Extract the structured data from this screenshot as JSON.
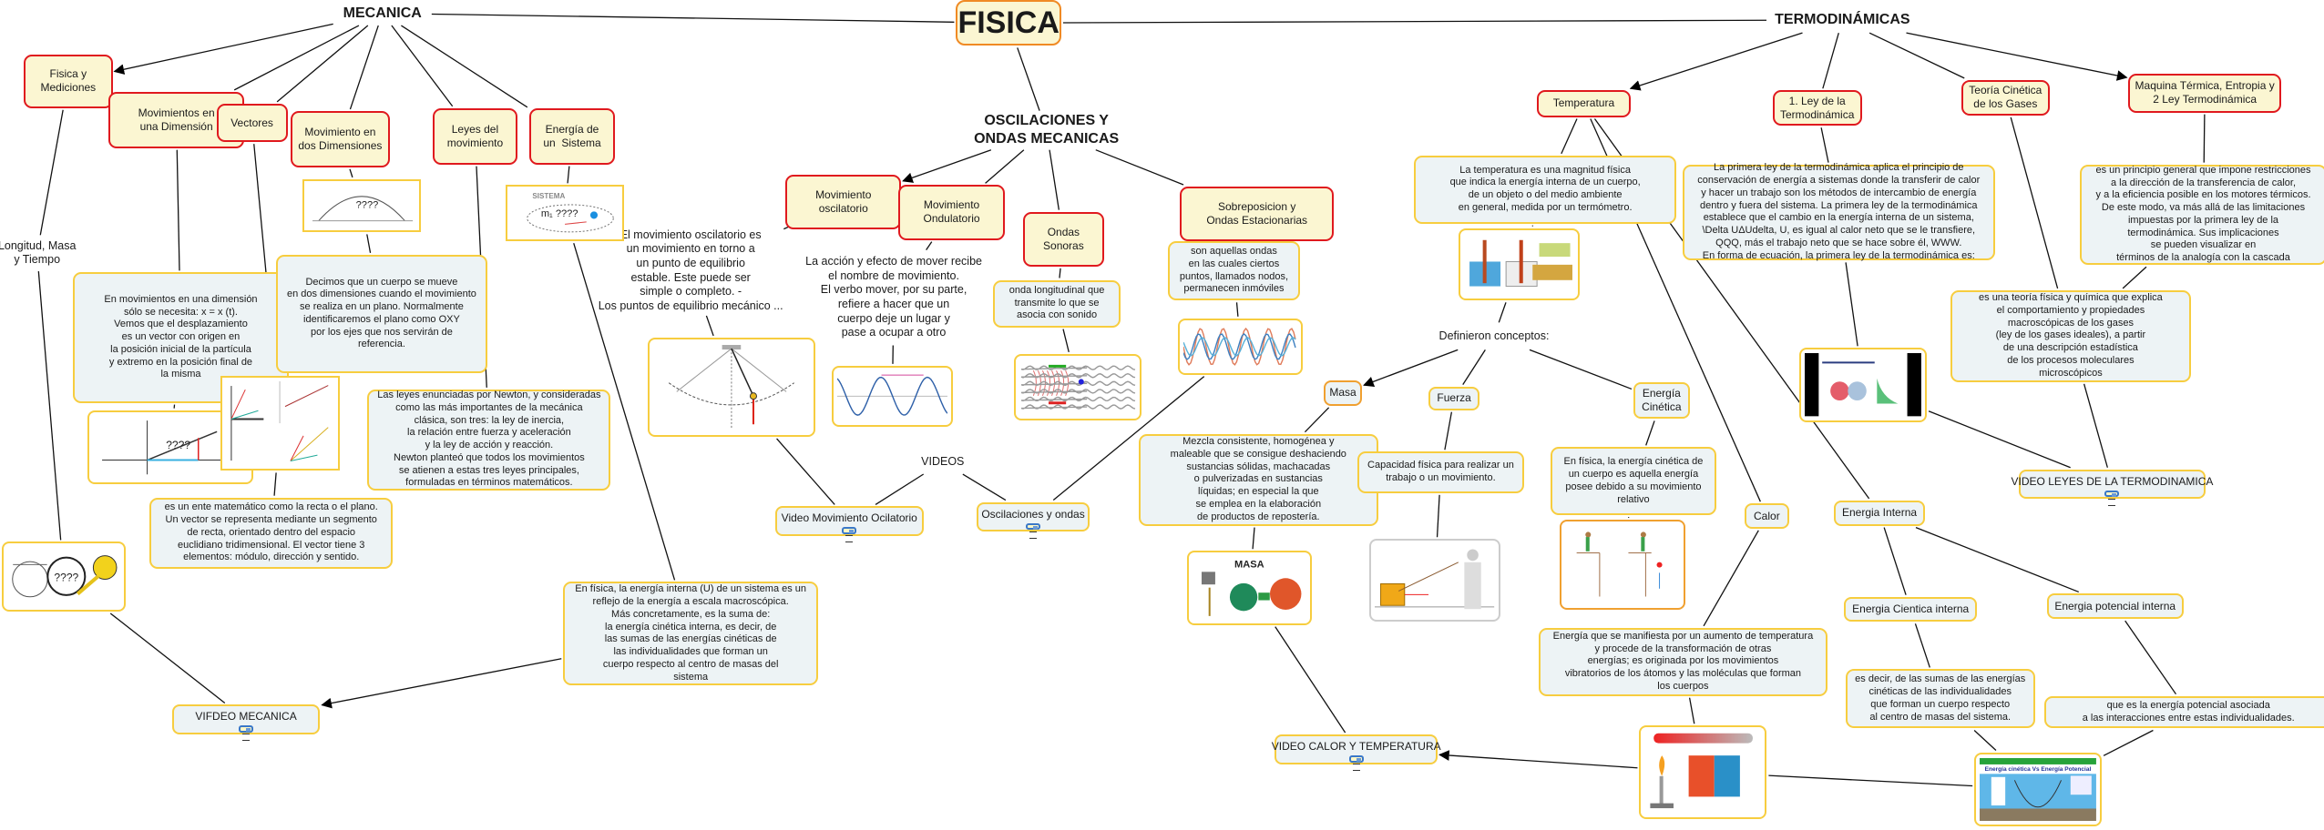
{
  "accent_colors": {
    "concept_border": "#e0191e",
    "text_border": "#f7cd3f",
    "root_border": "#f08a24",
    "concept_fill": "#fbf6d2",
    "text_fill": "#edf3f5"
  },
  "nodes": [
    {
      "id": "fisica",
      "kind": "root",
      "text": "FISICA"
    },
    {
      "id": "mecanica",
      "kind": "title",
      "text": "MECANICA"
    },
    {
      "id": "termo",
      "kind": "title",
      "text": "TERMODINÁMICAS"
    },
    {
      "id": "oscil",
      "kind": "title",
      "text": "OSCILACIONES Y\nONDAS MECANICAS"
    },
    {
      "id": "fisMed",
      "kind": "concept",
      "text": "Fisica y\nMediciones"
    },
    {
      "id": "mov1d",
      "kind": "concept",
      "text": "Movimientos en\nuna Dimensión"
    },
    {
      "id": "vectores",
      "kind": "concept",
      "text": "Vectores"
    },
    {
      "id": "mov2d",
      "kind": "concept",
      "text": "Movimiento en\ndos Dimensiones"
    },
    {
      "id": "leyes",
      "kind": "concept",
      "text": "Leyes del\nmovimiento"
    },
    {
      "id": "energiaSis",
      "kind": "concept",
      "text": "Energía de\nun  Sistema"
    },
    {
      "id": "longitud",
      "kind": "plainsm",
      "text": "Longitud, Masa\ny Tiempo"
    },
    {
      "id": "t1d",
      "kind": "txt",
      "text": "En movimientos en una dimensión\nsólo se necesita: x = x (t).\nVemos que el desplazamiento\nes un vector con origen en\nla posición inicial de la partícula\ny extremo en la posición final de\nla misma"
    },
    {
      "id": "t2d",
      "kind": "txt",
      "text": "Decimos que un cuerpo se mueve\nen dos dimensiones cuando el movimiento\nse realiza en un plano. Normalmente\nidentificaremos el plano como OXY\npor los ejes que nos servirán de\nreferencia."
    },
    {
      "id": "tVect",
      "kind": "txt",
      "text": "es un ente matemático como la recta o el plano.\nUn vector se representa mediante un segmento\nde recta, orientado dentro del espacio\neuclidiano tridimensional. El vector tiene 3\nelementos: módulo, dirección y sentido."
    },
    {
      "id": "tLeyes",
      "kind": "txt",
      "text": "Las leyes enunciadas por Newton, y consideradas\ncomo las más importantes de la mecánica\nclásica, son tres: la ley de inercia,\nla relación entre fuerza y aceleración\ny la ley de acción y reacción.\nNewton planteó que todos los movimientos\nse atienen a estas tres leyes principales,\nformuladas en términos matemáticos."
    },
    {
      "id": "tEnerInt",
      "kind": "txt",
      "text": "En física, la energía interna (U) de un sistema es un\nreflejo de la energía a escala macroscópica.\nMás concretamente, es la suma de:\nla energía cinética interna, es decir, de\nlas sumas de las energías cinéticas de\nlas individualidades que forman un\ncuerpo respecto al centro de masas del\nsistema"
    },
    {
      "id": "vidMec",
      "kind": "video",
      "text": "VIFDEO MECANICA"
    },
    {
      "id": "movOsc",
      "kind": "concept",
      "text": "Movimiento\noscilatorio"
    },
    {
      "id": "movOnd",
      "kind": "concept",
      "text": "Movimiento\nOndulatorio"
    },
    {
      "id": "ondasSon",
      "kind": "concept",
      "text": "Ondas\nSonoras"
    },
    {
      "id": "sobre",
      "kind": "concept",
      "text": "Sobreposicion y\nOndas Estacionarias"
    },
    {
      "id": "tOsc",
      "kind": "plain",
      "text": "El movimiento oscilatorio es\nun movimiento en torno a\nun punto de equilibrio\nestable. Este puede ser\nsimple o completo. -\nLos puntos de equilibrio mecánico ..."
    },
    {
      "id": "tOnd",
      "kind": "plain",
      "text": "La acción y efecto de mover recibe\nel nombre de movimiento.\nEl verbo mover, por su parte,\nrefiere a hacer que un\ncuerpo deje un lugar y\npase a ocupar a otro"
    },
    {
      "id": "tSon",
      "kind": "txt",
      "text": "onda longitudinal que\ntransmite lo que se\nasocia con sonido"
    },
    {
      "id": "tSobre",
      "kind": "txt",
      "text": "son aquellas ondas\nen las cuales ciertos\npuntos, llamados nodos,\npermanecen inmóviles"
    },
    {
      "id": "videos",
      "kind": "plainsm",
      "text": "VIDEOS"
    },
    {
      "id": "vidOsc",
      "kind": "video",
      "text": "Video Movimiento Ocilatorio"
    },
    {
      "id": "vidOnd",
      "kind": "video",
      "text": "Oscilaciones y ondas"
    },
    {
      "id": "temperatura",
      "kind": "concept",
      "text": "Temperatura"
    },
    {
      "id": "ley1",
      "kind": "concept",
      "text": "1. Ley de la\nTermodinámica"
    },
    {
      "id": "teoria",
      "kind": "concept",
      "text": "Teoría Cinética\nde los Gases"
    },
    {
      "id": "maquina",
      "kind": "concept",
      "text": "Maquina Térmica, Entropia y\n2 Ley Termodinámica"
    },
    {
      "id": "tTemp",
      "kind": "txt",
      "text": "La temperatura es una magnitud física\nque indica la energía interna de un cuerpo,\nde un objeto o del medio ambiente\nen general, medida por un termómetro."
    },
    {
      "id": "tLey1",
      "kind": "txt",
      "text": "La primera ley de la termodinámica aplica el principio de\nconservación de energía a sistemas donde la transferir de calor\ny hacer un trabajo son los métodos de intercambio de energía\ndentro y fuera del sistema. La primera ley de la termodinámica\nestablece que el cambio en la energía interna de un sistema,\n\\Delta UΔUdelta, U, es igual al calor neto que se le transfiere,\nQQQ, más el trabajo neto que se hace sobre él, WWW.\nEn forma de ecuación, la primera ley de la termodinámica es:"
    },
    {
      "id": "tMaq",
      "kind": "txt",
      "text": "es un principio general que impone restricciones\na la dirección de la transferencia de calor,\ny a la eficiencia posible en los motores térmicos.\nDe este modo, va más allá de las limitaciones\nimpuestas por la primera ley de la\ntermodinámica. Sus implicaciones\nse pueden visualizar en\ntérminos de la analogía con la cascada"
    },
    {
      "id": "tTeoria",
      "kind": "txt",
      "text": "es una teoría física y química que explica\nel comportamiento y propiedades\nmacroscópicas de los gases\n(ley de los gases ideales), a partir\nde una descripción estadística\nde los procesos moleculares\nmicroscópicos"
    },
    {
      "id": "definieron",
      "kind": "plain",
      "text": "Definieron conceptos:"
    },
    {
      "id": "masa",
      "kind": "small masa",
      "text": "Masa"
    },
    {
      "id": "fuerza",
      "kind": "small",
      "text": "Fuerza"
    },
    {
      "id": "enerCin",
      "kind": "small",
      "text": "Energía\nCinética"
    },
    {
      "id": "tMasa",
      "kind": "txt",
      "text": "Mezcla consistente, homogénea y\nmaleable que se consigue deshaciendo\nsustancias sólidas, machacadas\no pulverizadas en sustancias\nlíquidas; en especial la que\nse emplea en la elaboración\nde productos de repostería."
    },
    {
      "id": "tFuerza",
      "kind": "txt",
      "text": "Capacidad física para realizar un\ntrabajo o un movimiento."
    },
    {
      "id": "tCin",
      "kind": "txt",
      "text": "En física, la energía cinética de\nun cuerpo es aquella energía\nposee debido a su movimiento\nrelativo"
    },
    {
      "id": "calor",
      "kind": "small",
      "text": "Calor"
    },
    {
      "id": "tCalor",
      "kind": "txt",
      "text": "Energía que se manifiesta por un aumento de temperatura\ny procede de la transformación de otras\nenergías; es originada por los movimientos\nvibratorios de los átomos y las moléculas que forman\nlos cuerpos"
    },
    {
      "id": "vidCalor",
      "kind": "video",
      "text": "VIDEO CALOR Y TEMPERATURA"
    },
    {
      "id": "vidTermo",
      "kind": "video",
      "text": "VIDEO LEYES DE LA TERMODINAMICA"
    },
    {
      "id": "enerInt",
      "kind": "small",
      "text": "Energia Interna"
    },
    {
      "id": "eCinInt",
      "kind": "small",
      "text": "Energia Cientica interna"
    },
    {
      "id": "ePotInt",
      "kind": "small",
      "text": "Energia potencial interna"
    },
    {
      "id": "tEcInt",
      "kind": "txt",
      "text": "es decir, de las sumas de las energías\ncinéticas de las individualidades\nque forman un cuerpo respecto\nal centro de masas del sistema."
    },
    {
      "id": "tEpInt",
      "kind": "txt",
      "text": "que es la energía potencial asociada\na las interacciones entre estas individualidades."
    }
  ],
  "images": [
    {
      "id": "imgMed",
      "depicts": "balance-clock-tape-measure",
      "label": "????"
    },
    {
      "id": "img1d",
      "depicts": "1d-motion-graph",
      "label": "????"
    },
    {
      "id": "imgVect",
      "depicts": "vector-diagrams"
    },
    {
      "id": "img2d",
      "depicts": "projectile-trajectory",
      "label": "????"
    },
    {
      "id": "imgEner",
      "depicts": "system-forces",
      "label": "SISTEMA",
      "label2": "m₁ ????"
    },
    {
      "id": "imgPend",
      "depicts": "pendulum-forces"
    },
    {
      "id": "imgOnd",
      "depicts": "sine-wave"
    },
    {
      "id": "imgSon",
      "depicts": "sound-wave"
    },
    {
      "id": "imgSobre",
      "depicts": "wave-superposition"
    },
    {
      "id": "imgMasa",
      "depicts": "mass-weights",
      "label": "MASA"
    },
    {
      "id": "imgFuerza",
      "depicts": "person-pulling-suitcase"
    },
    {
      "id": "imgCin",
      "depicts": "potential-to-kinetic-energy"
    },
    {
      "id": "imgTemp",
      "depicts": "fahrenheit-thermometers"
    },
    {
      "id": "imgLey1",
      "depicts": "energy-conservation-slide"
    },
    {
      "id": "imgCalor",
      "depicts": "heat-transfer-burner"
    },
    {
      "id": "imgEpot",
      "depicts": "skate-park-simulation",
      "label": "Energía cinética Vs Energía Potencial"
    }
  ],
  "edges": [
    [
      "fisica",
      "mecanica"
    ],
    [
      "fisica",
      "termo"
    ],
    [
      "fisica",
      "oscil"
    ],
    [
      "mecanica",
      "fisMed",
      1
    ],
    [
      "mecanica",
      "mov1d"
    ],
    [
      "mecanica",
      "vectores"
    ],
    [
      "mecanica",
      "mov2d"
    ],
    [
      "mecanica",
      "leyes"
    ],
    [
      "mecanica",
      "energiaSis"
    ],
    [
      "fisMed",
      "longitud"
    ],
    [
      "longitud",
      "imgMed"
    ],
    [
      "imgMed",
      "vidMec"
    ],
    [
      "mov1d",
      "t1d"
    ],
    [
      "t1d",
      "img1d"
    ],
    [
      "vectores",
      "imgVect"
    ],
    [
      "imgVect",
      "tVect"
    ],
    [
      "mov2d",
      "img2d"
    ],
    [
      "img2d",
      "t2d"
    ],
    [
      "leyes",
      "tLeyes"
    ],
    [
      "energiaSis",
      "imgEner"
    ],
    [
      "imgEner",
      "tEnerInt"
    ],
    [
      "tEnerInt",
      "vidMec",
      1
    ],
    [
      "oscil",
      "movOsc",
      1
    ],
    [
      "oscil",
      "movOnd"
    ],
    [
      "oscil",
      "ondasSon"
    ],
    [
      "oscil",
      "sobre"
    ],
    [
      "movOsc",
      "tOsc"
    ],
    [
      "tOsc",
      "imgPend"
    ],
    [
      "imgPend",
      "vidOsc"
    ],
    [
      "movOnd",
      "tOnd"
    ],
    [
      "tOnd",
      "imgOnd"
    ],
    [
      "ondasSon",
      "tSon"
    ],
    [
      "tSon",
      "imgSon"
    ],
    [
      "sobre",
      "tSobre"
    ],
    [
      "tSobre",
      "imgSobre"
    ],
    [
      "imgSobre",
      "vidOnd"
    ],
    [
      "videos",
      "vidOsc"
    ],
    [
      "videos",
      "vidOnd"
    ],
    [
      "termo",
      "temperatura",
      1
    ],
    [
      "termo",
      "ley1"
    ],
    [
      "termo",
      "teoria"
    ],
    [
      "termo",
      "maquina",
      1
    ],
    [
      "temperatura",
      "tTemp"
    ],
    [
      "tTemp",
      "imgTemp"
    ],
    [
      "imgTemp",
      "definieron"
    ],
    [
      "definieron",
      "masa",
      1
    ],
    [
      "definieron",
      "fuerza"
    ],
    [
      "definieron",
      "enerCin"
    ],
    [
      "temperatura",
      "calor"
    ],
    [
      "temperatura",
      "enerInt"
    ],
    [
      "masa",
      "tMasa"
    ],
    [
      "tMasa",
      "imgMasa"
    ],
    [
      "imgMasa",
      "vidCalor"
    ],
    [
      "fuerza",
      "tFuerza"
    ],
    [
      "tFuerza",
      "imgFuerza"
    ],
    [
      "enerCin",
      "tCin"
    ],
    [
      "tCin",
      "imgCin"
    ],
    [
      "calor",
      "tCalor"
    ],
    [
      "tCalor",
      "imgCalor"
    ],
    [
      "imgCalor",
      "vidCalor",
      1
    ],
    [
      "imgCalor",
      "imgEpot"
    ],
    [
      "ley1",
      "tLey1"
    ],
    [
      "tLey1",
      "imgLey1"
    ],
    [
      "imgLey1",
      "vidTermo"
    ],
    [
      "teoria",
      "tTeoria"
    ],
    [
      "tTeoria",
      "vidTermo"
    ],
    [
      "maquina",
      "tMaq"
    ],
    [
      "tMaq",
      "tTeoria"
    ],
    [
      "enerInt",
      "eCinInt"
    ],
    [
      "enerInt",
      "ePotInt"
    ],
    [
      "eCinInt",
      "tEcInt"
    ],
    [
      "ePotInt",
      "tEpInt"
    ],
    [
      "tEcInt",
      "imgEpot"
    ],
    [
      "tEpInt",
      "imgEpot"
    ]
  ]
}
